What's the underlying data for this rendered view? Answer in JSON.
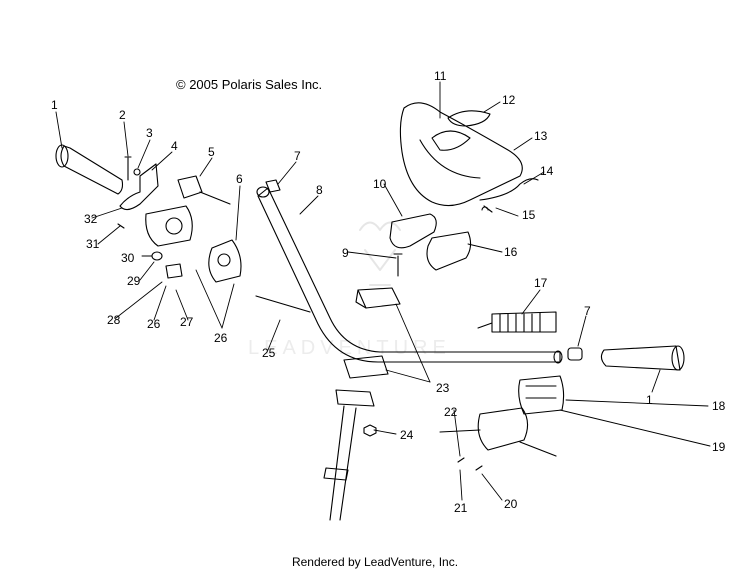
{
  "copyright": "© 2005 Polaris Sales Inc.",
  "footer": "Rendered by LeadVenture, Inc.",
  "watermark": "LEADVENTURE",
  "callouts": [
    "1",
    "2",
    "3",
    "4",
    "5",
    "6",
    "7",
    "8",
    "9",
    "10",
    "11",
    "12",
    "13",
    "14",
    "15",
    "16",
    "17",
    "7",
    "18",
    "19",
    "20",
    "21",
    "22",
    "23",
    "24",
    "25",
    "26",
    "26",
    "27",
    "28",
    "29",
    "30",
    "31",
    "32",
    "1"
  ]
}
